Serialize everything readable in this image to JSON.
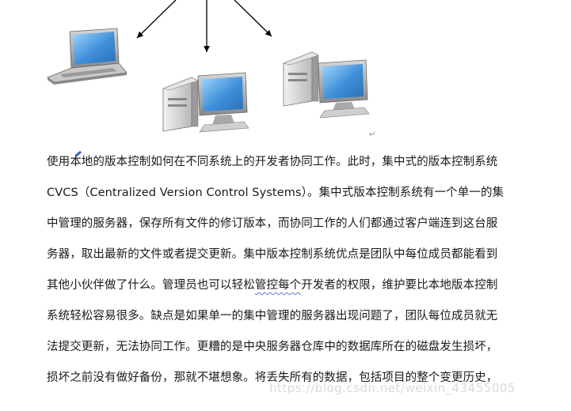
{
  "document": {
    "paragraph_lines": [
      "使用本地的版本控制如何在不同系统上的开发者协同工作。此时，集中式的版本控制系统",
      "CVCS（Centralized Version Control Systems）。集中式版本控制系统有一个单一的集",
      "中管理的服务器，保存所有文件的修订版本，而协同工作的人们都通过客户端连到这台服",
      "务器，取出最新的文件或者提交更新。集中版本控制系统优点是团队中每位成员都能看到",
      "其他小伙伴做了什么。管理员也可以轻松管控每个开发者的权限，维护要比本地版本控制",
      "系统轻松容易很多。缺点是如果单一的集中管理的服务器出现问题了，团队每位成员就无",
      "法提交更新，无法协同工作。更糟的是中央服务器仓库中的数据库所在的磁盘发生损坏，",
      "损坏之前没有做好备份，那就不堪想象。将丢失所有的数据，包括项目的整个变更历史，"
    ],
    "line5_before": "其他小伙伴做了什么。管理员也可以轻松",
    "line5_underlined": "管控每个",
    "line5_after": "开发者的权限，维护要比本地版本控制",
    "return_mark": "↵",
    "watermark": "https://blog.csdn.net/weixin_43455005"
  },
  "icons": [
    "laptop-icon",
    "desktop-computer-icon",
    "desktop-computer-icon"
  ],
  "colors": {
    "screen_blue": "#3f8fd8",
    "text": "#1a1a1a"
  }
}
